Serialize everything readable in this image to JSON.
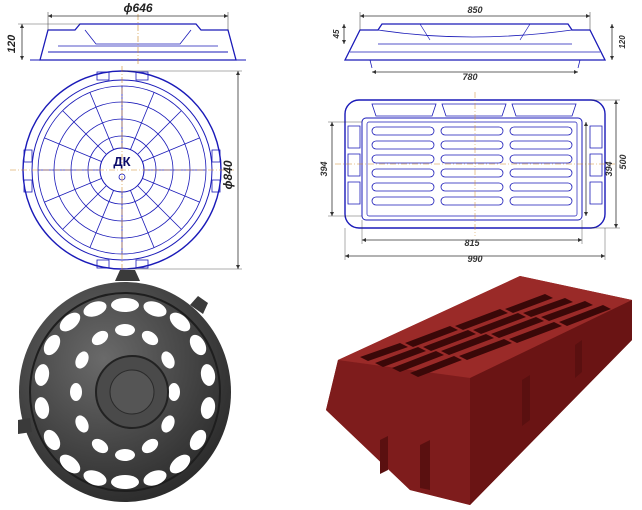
{
  "round_cover": {
    "diameter_top": "ϕ646",
    "height": "120",
    "diameter_side": "ϕ840",
    "center_mark": "ДК"
  },
  "grate": {
    "top_width": "850",
    "top_depth": "45",
    "top_height": "120",
    "bottom_width": "780",
    "height_left": "394",
    "height_inner": "394",
    "height_outer": "500",
    "inner_width": "815",
    "overall_width": "990"
  },
  "colors": {
    "drawing": "#1a1ab8",
    "dimension": "#333333",
    "cover_photo": "#3a3a3a",
    "grate_photo": "#8a1e1e"
  }
}
